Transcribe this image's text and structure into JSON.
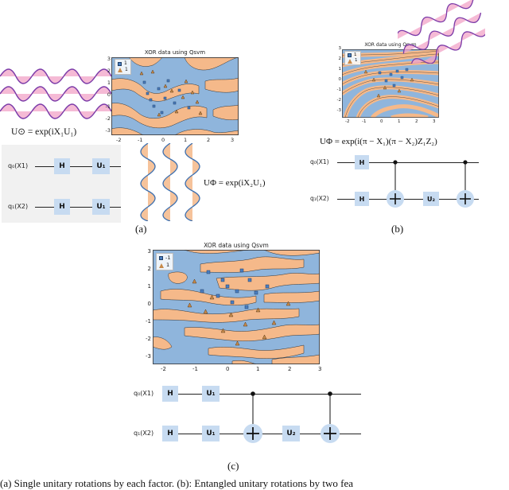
{
  "panel_a": {
    "plot_title": "XOR data using Qsvm",
    "legend": [
      "1",
      "1"
    ],
    "x_ticks": [
      "-2",
      "-1",
      "0",
      "1",
      "2",
      "3"
    ],
    "y_ticks": [
      "3",
      "2",
      "1",
      "0",
      "-1",
      "-2",
      "-3"
    ],
    "formula_top": "U⊙ = exp(iX₁U₁)",
    "formula_side": "UΦ = exp(iX₂U₁)",
    "qubit_labels": [
      "q₀(X1)",
      "q₁(X2)"
    ],
    "gates_row1": [
      "H",
      "U₁"
    ],
    "gates_row2": [
      "H",
      "U₁"
    ],
    "caption": "(a)"
  },
  "panel_b": {
    "plot_title": "XOR data using Qsvm",
    "legend": [
      "1",
      "1"
    ],
    "x_ticks": [
      "-2",
      "-1",
      "0",
      "1",
      "2",
      "3"
    ],
    "y_ticks": [
      "3",
      "2",
      "1",
      "0",
      "-1",
      "-2",
      "-3"
    ],
    "formula": "UΦ = exp(i(π − X₁)(π − X₂)Z₁Z₂)",
    "qubit_labels": [
      "q₀(X1)",
      "q₁(X2)"
    ],
    "gates_row1": [
      "H"
    ],
    "gates_row2": [
      "H",
      "U₂"
    ],
    "caption": "(b)"
  },
  "panel_c": {
    "plot_title": "XOR data using Qsvm",
    "legend": [
      "-1",
      "1"
    ],
    "x_ticks": [
      "-2",
      "-1",
      "0",
      "1",
      "2",
      "3"
    ],
    "y_ticks": [
      "3",
      "2",
      "1",
      "0",
      "-1",
      "-2",
      "-3"
    ],
    "qubit_labels": [
      "q₀(X1)",
      "q₁(X2)"
    ],
    "gates_row1": [
      "H",
      "U₁"
    ],
    "gates_row2": [
      "H",
      "U₁",
      "U₂"
    ],
    "caption": "(c)"
  },
  "footer_text": "(a) Single unitary rotations by each factor. (b): Entangled unitary rotations by two fea",
  "colors": {
    "blue_region": "#8fb5dc",
    "orange_region": "#f5b98a",
    "gate_fill": "#c7dbf1",
    "wave_pink": "#f2a3c8",
    "wave_purple": "#7b3aa8",
    "wave_blue": "#3b6fb0"
  }
}
